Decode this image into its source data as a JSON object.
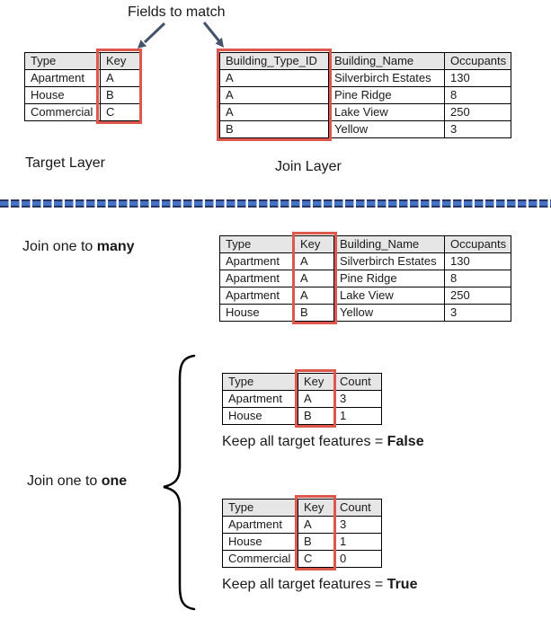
{
  "heading": {
    "fields_to_match": "Fields to match"
  },
  "layers": {
    "target": {
      "label": "Target Layer",
      "highlighted_column": "Key",
      "table": {
        "headers": [
          "Type",
          "Key"
        ],
        "rows": [
          [
            "Apartment",
            "A"
          ],
          [
            "House",
            "B"
          ],
          [
            "Commercial",
            "C"
          ]
        ]
      }
    },
    "join": {
      "label": "Join Layer",
      "highlighted_column": "Building_Type_ID",
      "table": {
        "headers": [
          "Building_Type_ID",
          "Building_Name",
          "Occupants"
        ],
        "rows": [
          [
            "A",
            "Silverbirch Estates",
            "130"
          ],
          [
            "A",
            "Pine Ridge",
            "8"
          ],
          [
            "A",
            "Lake View",
            "250"
          ],
          [
            "B",
            "Yellow",
            "3"
          ]
        ]
      }
    }
  },
  "one_to_many": {
    "label_prefix": "Join one to ",
    "label_bold": "many",
    "highlighted_column": "Key",
    "table": {
      "headers": [
        "Type",
        "Key",
        "Building_Name",
        "Occupants"
      ],
      "rows": [
        [
          "Apartment",
          "A",
          "Silverbirch Estates",
          "130"
        ],
        [
          "Apartment",
          "A",
          "Pine Ridge",
          "8"
        ],
        [
          "Apartment",
          "A",
          "Lake View",
          "250"
        ],
        [
          "House",
          "B",
          "Yellow",
          "3"
        ]
      ]
    }
  },
  "one_to_one": {
    "label_prefix": "Join one to ",
    "label_bold": "one",
    "variants": [
      {
        "caption_prefix": "Keep all target features = ",
        "caption_bold": "False",
        "highlighted_column": "Key",
        "table": {
          "headers": [
            "Type",
            "Key",
            "Count"
          ],
          "rows": [
            [
              "Apartment",
              "A",
              "3"
            ],
            [
              "House",
              "B",
              "1"
            ]
          ]
        }
      },
      {
        "caption_prefix": "Keep all target features = ",
        "caption_bold": "True",
        "highlighted_column": "Key",
        "table": {
          "headers": [
            "Type",
            "Key",
            "Count"
          ],
          "rows": [
            [
              "Apartment",
              "A",
              "3"
            ],
            [
              "House",
              "B",
              "1"
            ],
            [
              "Commercial",
              "C",
              "0"
            ]
          ]
        }
      }
    ]
  },
  "colors": {
    "highlight_red": "#de574d",
    "arrow_navy": "#44546a",
    "divider_blue": "#4472c4",
    "divider_dark": "#26355e",
    "header_fill": "#e7e6e6"
  }
}
